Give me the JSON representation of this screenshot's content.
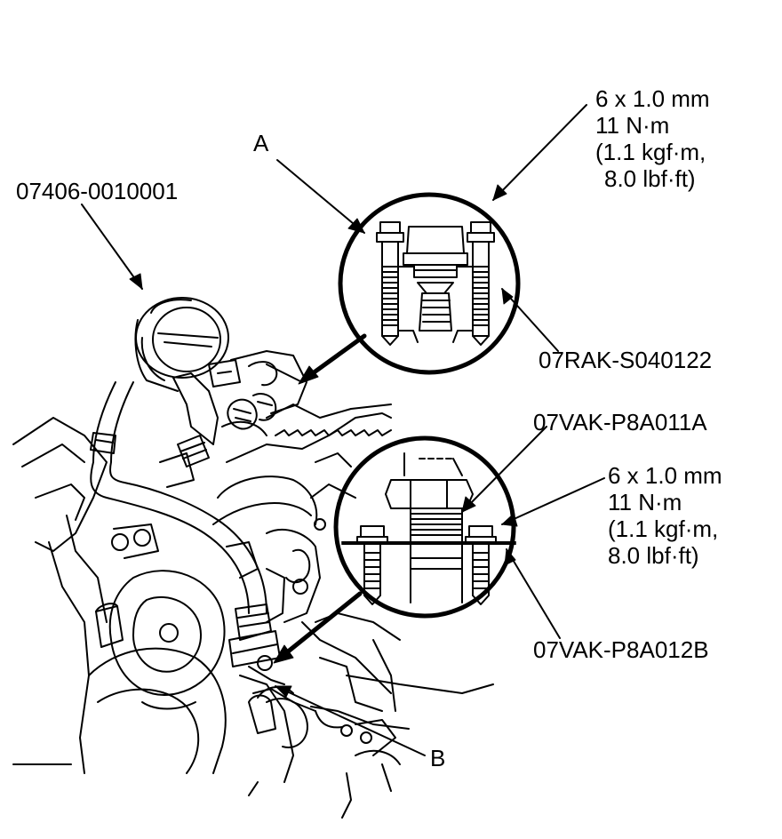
{
  "labels": {
    "letter_a": "A",
    "letter_b": "B",
    "gauge_tool": "07406-0010001",
    "upper_adapter": "07RAK-S040122",
    "lower_adapter_a": "07VAK-P8A011A",
    "lower_adapter_b": "07VAK-P8A012B"
  },
  "torque_upper": {
    "bolt_size": "6 x 1.0 mm",
    "torque_nm": "11 N·m",
    "torque_kgf_line1": "(1.1 kgf·m,",
    "torque_lbf_line2": "8.0 lbf·ft)"
  },
  "torque_lower": {
    "bolt_size": "6 x 1.0 mm",
    "torque_nm": "11 N·m",
    "torque_kgf_line1": "(1.1 kgf·m,",
    "torque_lbf_line2": "8.0 lbf·ft)"
  },
  "colors": {
    "ink": "#000000",
    "paper": "#ffffff"
  }
}
